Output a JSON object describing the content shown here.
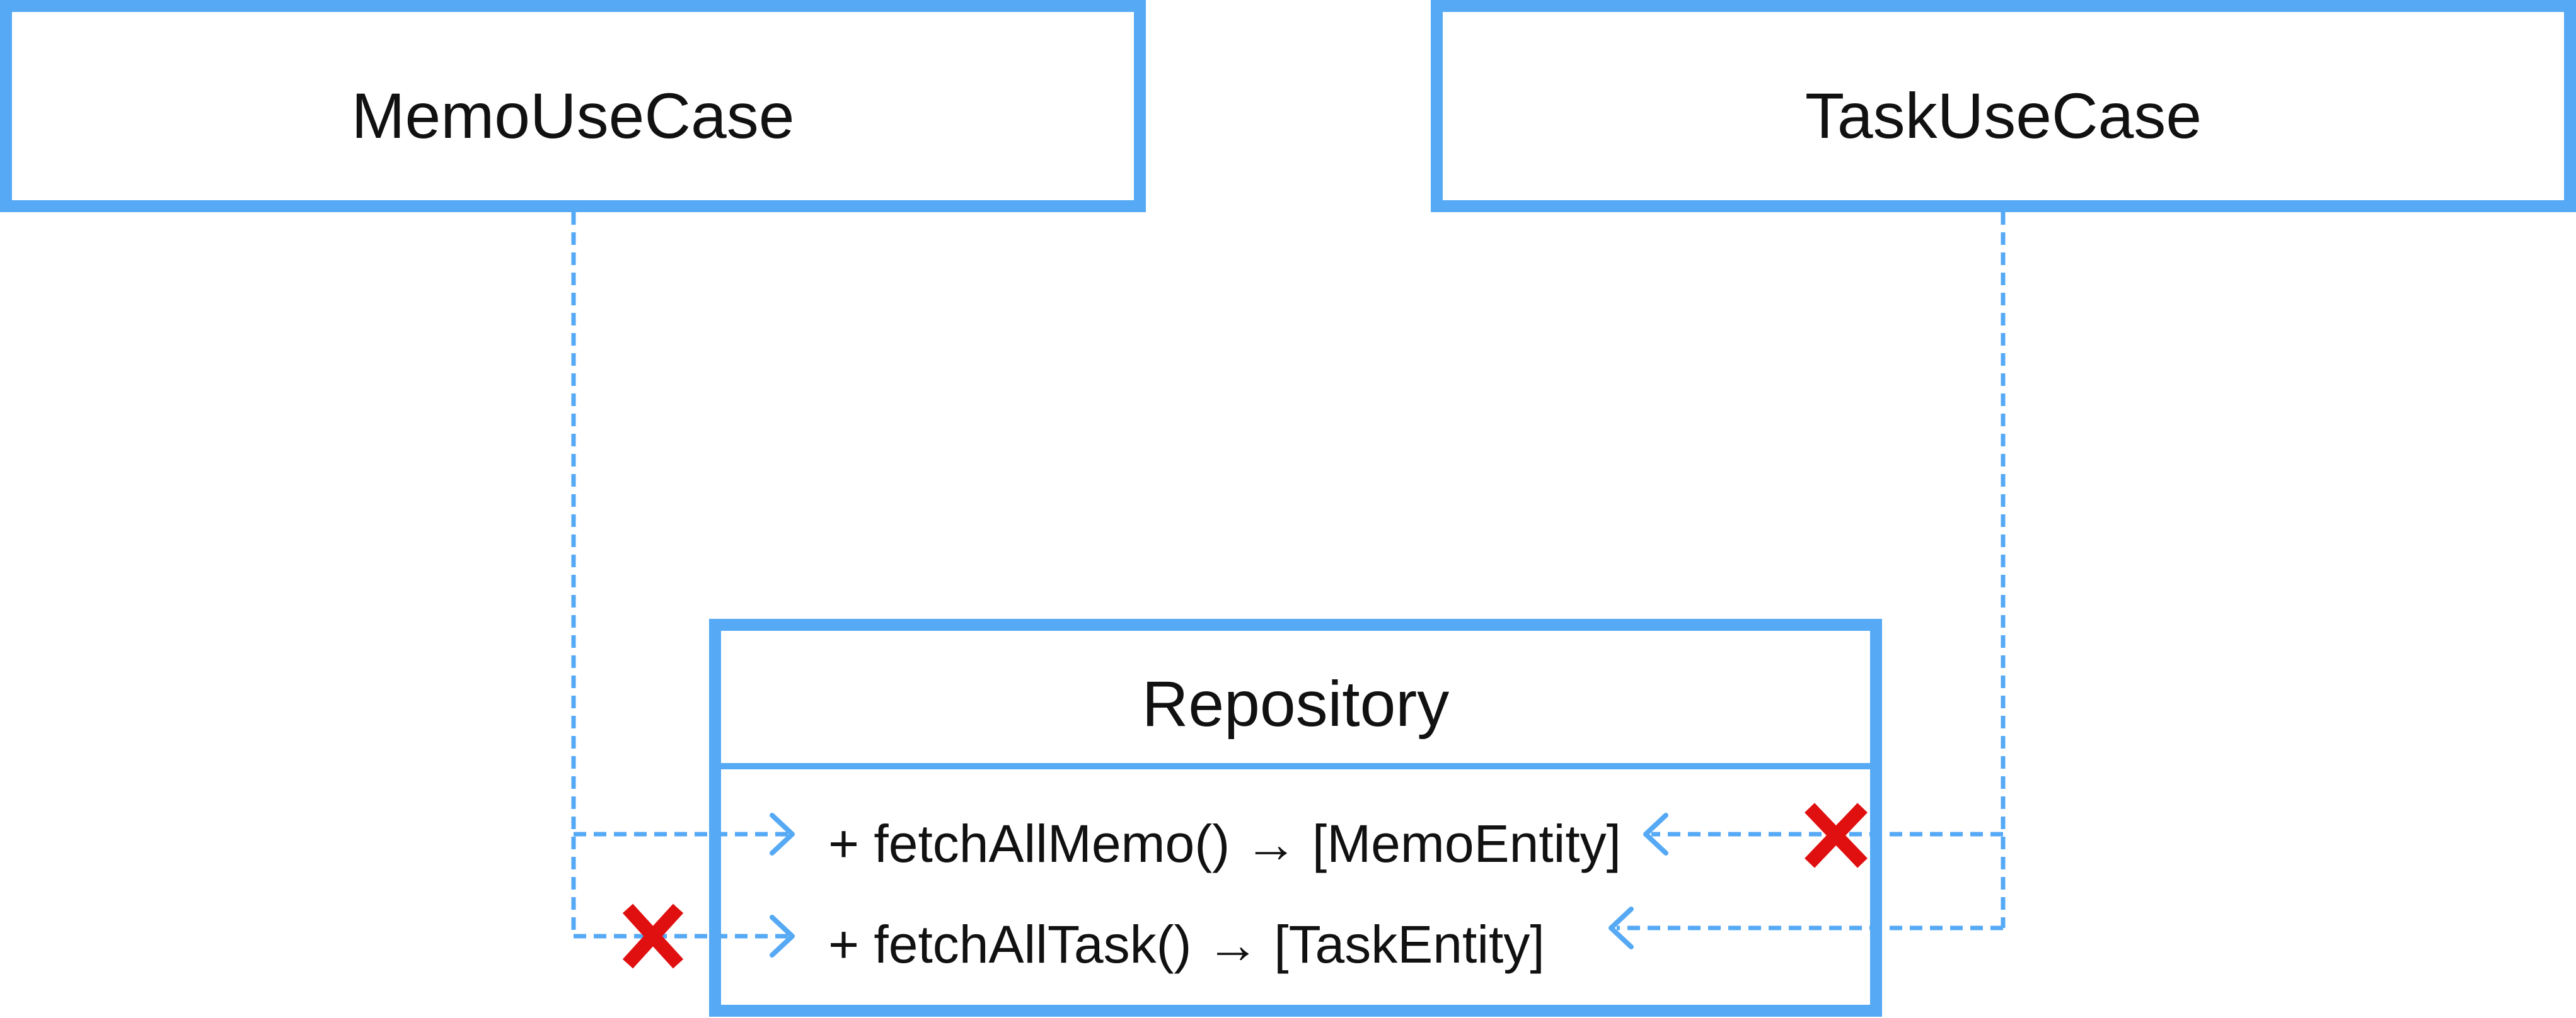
{
  "diagram": {
    "boxes": {
      "memo_use_case": {
        "title": "MemoUseCase"
      },
      "task_use_case": {
        "title": "TaskUseCase"
      },
      "repository": {
        "title": "Repository",
        "methods": [
          "+ fetchAllMemo() → [MemoEntity]",
          "+ fetchAllTask() → [TaskEntity]"
        ]
      }
    },
    "colors": {
      "border": "#55a9f5",
      "connector": "#55a9f5",
      "blocked_marker": "#e01010"
    },
    "connections": [
      {
        "from": "MemoUseCase",
        "to": "fetchAllMemo",
        "allowed": true
      },
      {
        "from": "MemoUseCase",
        "to": "fetchAllTask",
        "allowed": false
      },
      {
        "from": "TaskUseCase",
        "to": "fetchAllMemo",
        "allowed": false
      },
      {
        "from": "TaskUseCase",
        "to": "fetchAllTask",
        "allowed": true
      }
    ]
  }
}
